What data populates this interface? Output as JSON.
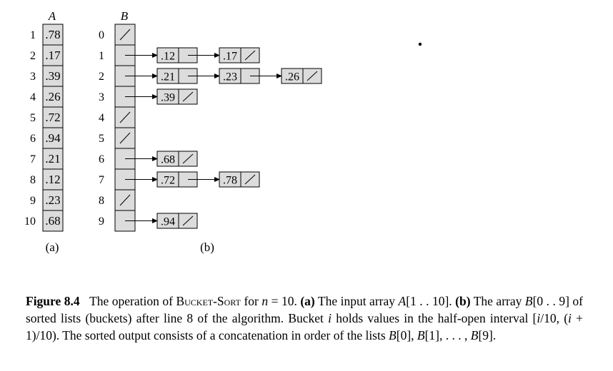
{
  "figure": {
    "array_a": {
      "name": "A",
      "indices": [
        "1",
        "2",
        "3",
        "4",
        "5",
        "6",
        "7",
        "8",
        "9",
        "10"
      ],
      "values": [
        ".78",
        ".17",
        ".39",
        ".26",
        ".72",
        ".94",
        ".21",
        ".12",
        ".23",
        ".68"
      ],
      "sublabel": "(a)"
    },
    "array_b": {
      "name": "B",
      "indices": [
        "0",
        "1",
        "2",
        "3",
        "4",
        "5",
        "6",
        "7",
        "8",
        "9"
      ],
      "buckets": [
        [],
        [
          ".12",
          ".17"
        ],
        [
          ".21",
          ".23",
          ".26"
        ],
        [
          ".39"
        ],
        [],
        [],
        [
          ".68"
        ],
        [
          ".72",
          ".78"
        ],
        [],
        [
          ".94"
        ]
      ],
      "sublabel": "(b)"
    },
    "colors": {
      "cell_fill": "#dcdcdc",
      "stroke": "#000000"
    }
  },
  "caption": {
    "label": "Figure 8.4",
    "t1": "The operation of ",
    "algo": "Bucket-Sort",
    "t2": " for ",
    "n": "n",
    "t3": " = 10. ",
    "a_label": "(a)",
    "t4": " The input array ",
    "A": "A",
    "t5": "[1 . . 10]. ",
    "b_label": "(b)",
    "t6": " The array ",
    "B": "B",
    "t7": "[0 . . 9] of sorted lists (buckets) after line 8 of the algorithm. Bucket ",
    "ivar": "i",
    "t8": " holds values in the half-open interval [",
    "i1": "i",
    "t9": "/10, (",
    "i2": "i",
    "t10": " + 1)/10). The sorted output consists of a concatenation in order of the lists ",
    "B1": "B",
    "t11": "[0], ",
    "B2": "B",
    "t12": "[1], . . . , ",
    "B3": "B",
    "t13": "[9]."
  }
}
